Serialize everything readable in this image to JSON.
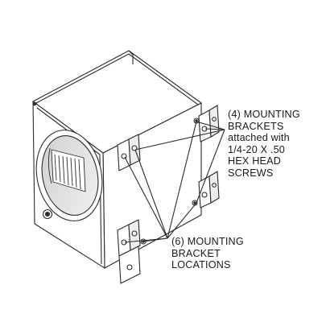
{
  "diagram": {
    "callouts": {
      "attached_brackets": {
        "lines": [
          "(4) MOUNTING",
          "BRACKETS",
          "attached with",
          "1/4-20 X .50",
          "HEX HEAD",
          "SCREWS"
        ]
      },
      "bracket_locations": {
        "lines": [
          "(6) MOUNTING",
          "BRACKET",
          "LOCATIONS"
        ]
      }
    },
    "colors": {
      "line": "#2b2b2b",
      "shade": "#d9d9d9",
      "background": "#ffffff"
    }
  }
}
